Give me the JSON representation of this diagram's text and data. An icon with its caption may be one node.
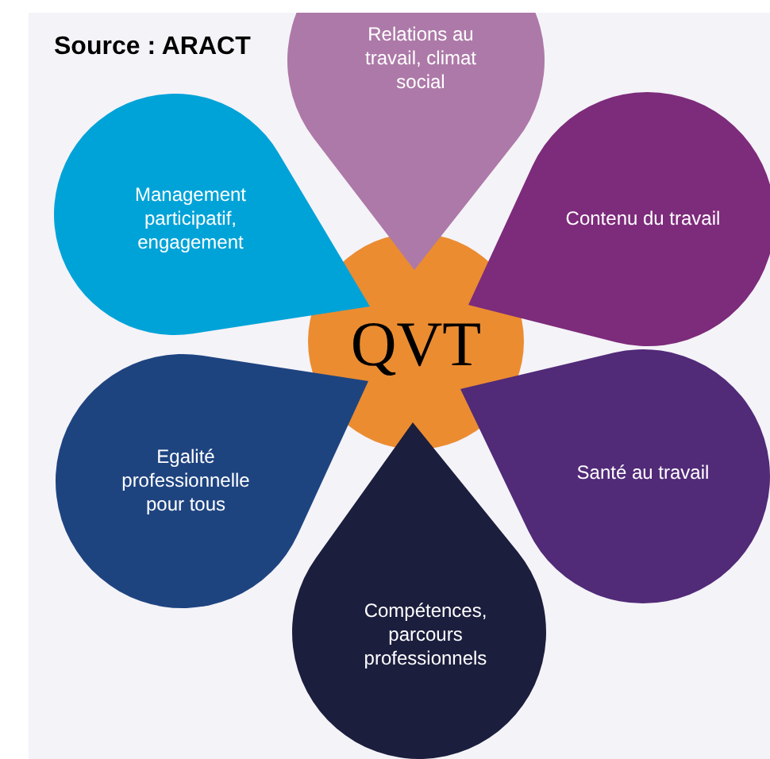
{
  "diagram": {
    "nodes": [
      {
        "text": [
          "Relations au travail, climat social"
        ]
      },
      {
        "text": [
          "Management participatif, engagement"
        ]
      },
      {
        "text": [
          "Contenu du travail"
        ]
      },
      {
        "text": [
          "QVT"
        ]
      },
      {
        "text": [
          "Egalité professionnelle pour tous"
        ]
      },
      {
        "text": [
          "Santé au travail"
        ]
      },
      {
        "text": [
          "Compétences, parcours professionnels"
        ]
      }
    ],
    "labels": [
      "Source : ARACT"
    ]
  }
}
